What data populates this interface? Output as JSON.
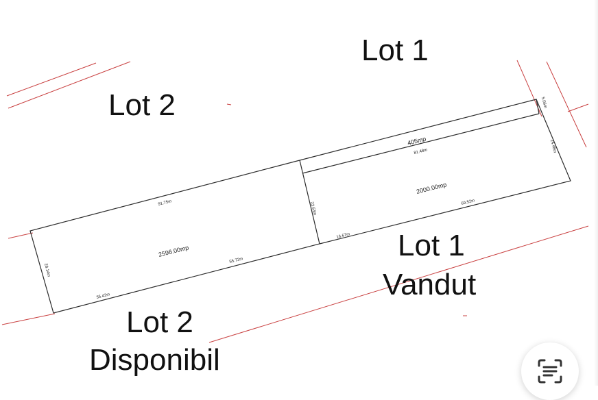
{
  "labels": {
    "lot1_top": "Lot 1",
    "lot2_top": "Lot 2",
    "lot1_sold_title": "Lot 1",
    "lot1_sold_status": "Vandut",
    "lot2_avail_title": "Lot 2",
    "lot2_avail_status": "Disponibil"
  },
  "dimensions": {
    "strip_area": "405mp",
    "top_length": "81.48m",
    "lot1_area": "2000.00mp",
    "lot2_area": "2596.00mp",
    "lot2_top_edge": "91.75m",
    "lot1_bottom_edge": "69.52m",
    "divider_edge": "23.63m",
    "lower_mid": "16.67m",
    "lot2_bottom_right": "55.72m",
    "lot2_bottom_left": "35.42m",
    "left_edge": "28.14m",
    "right_edge": "24.48m",
    "right_top": "5.06m"
  },
  "colors": {
    "outline": "#2b2b2b",
    "red_line": "#c94040",
    "label": "#111111",
    "icon": "#333333"
  },
  "icons": {
    "scan": "text-scan-icon"
  }
}
